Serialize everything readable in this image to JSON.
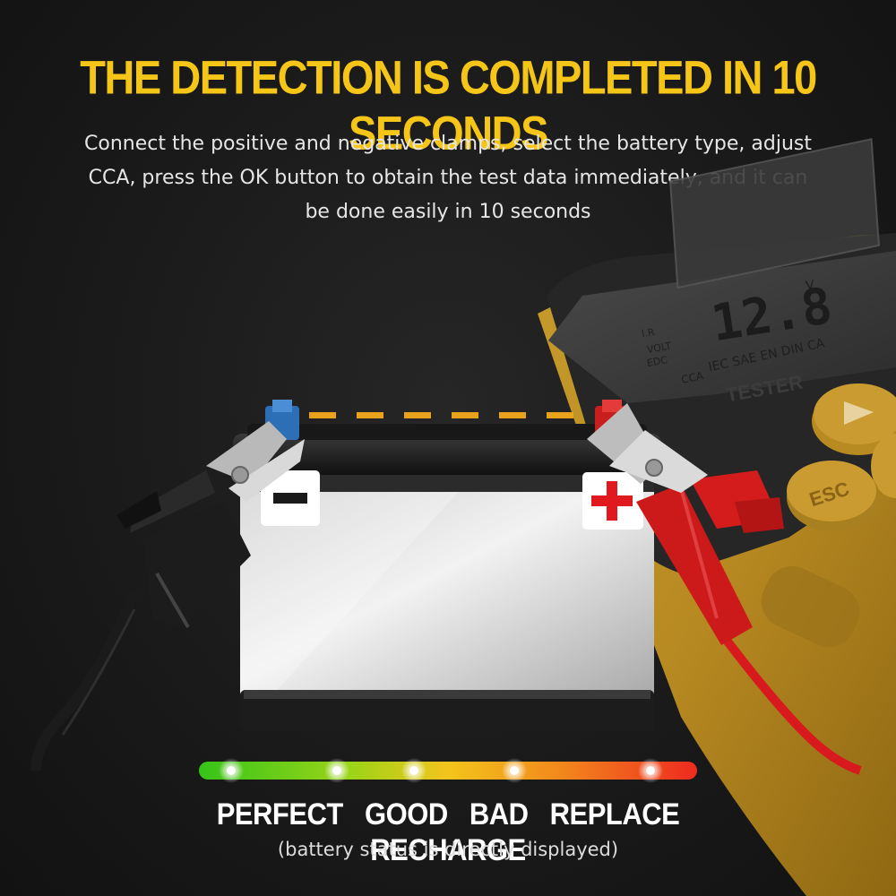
{
  "headline": "THE DETECTION IS COMPLETED IN 10 SECONDS",
  "subtitle": "Connect the positive and negative clamps, select the battery type, adjust CCA, press the OK button to obtain the test data immediately, and it can be done easily in 10 seconds",
  "tester": {
    "reading": "12.8",
    "unit": "V",
    "standards": "IEC SAE EN DIN CA",
    "labels": [
      "I.R",
      "VOLT",
      "EDC",
      "CCA"
    ],
    "brand_text": "TESTER",
    "buttons": [
      "ESC"
    ]
  },
  "battery": {
    "negative_symbol": "−",
    "positive_symbol": "+"
  },
  "status_scale": {
    "labels": [
      "PERFECT",
      "GOOD",
      "BAD",
      "REPLACE",
      "RECHARGE"
    ],
    "note": "(battery status is directly displayed)",
    "colors": [
      "#35c419",
      "#9ad417",
      "#f3c51c",
      "#f28a1c",
      "#ee2a1f"
    ]
  }
}
